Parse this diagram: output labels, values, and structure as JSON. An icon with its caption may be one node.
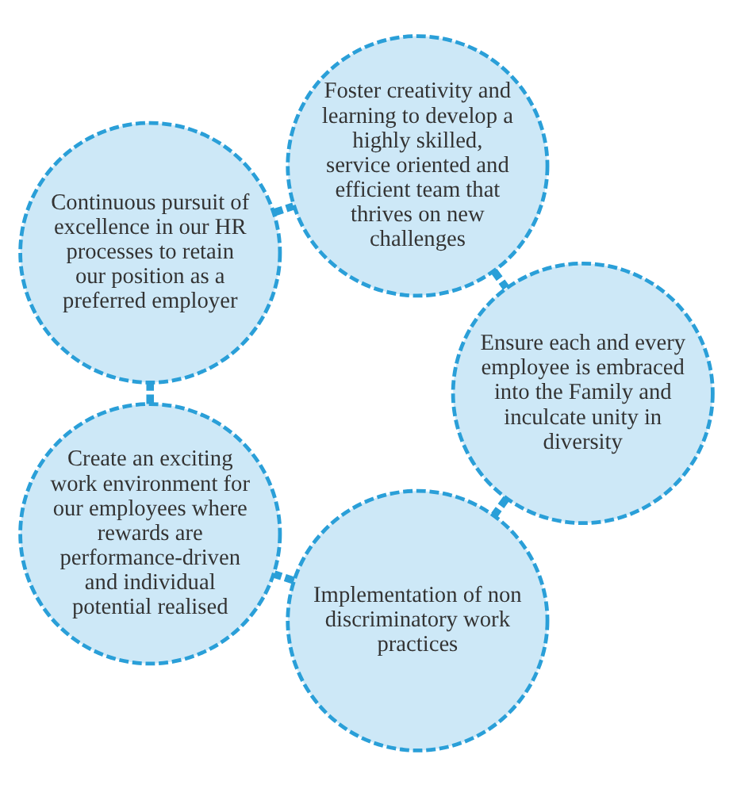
{
  "diagram": {
    "nodes": [
      {
        "text": [
          "Implementation of non discriminatory work practices"
        ]
      },
      {
        "text": [
          "Create an exciting work environment for our employees where rewards are performance-driven and individual potential realised"
        ]
      },
      {
        "text": [
          "Continuous pursuit of excellence in our HR processes to retain our position as a preferred employer"
        ]
      },
      {
        "text": [
          "Foster creativity and learning to develop a highly skilled, service oriented and efficient team that thrives on new challenges"
        ]
      },
      {
        "text": [
          "Ensure each and every employee is embraced into the Family and inculcate unity in diversity"
        ]
      }
    ],
    "edges": [
      {
        "from": 0,
        "to": 1,
        "arrow": "none"
      },
      {
        "from": 1,
        "to": 2,
        "arrow": "none"
      },
      {
        "from": 2,
        "to": 3,
        "arrow": "none"
      },
      {
        "from": 3,
        "to": 4,
        "arrow": "none"
      },
      {
        "from": 4,
        "to": 0,
        "arrow": "none"
      }
    ]
  }
}
